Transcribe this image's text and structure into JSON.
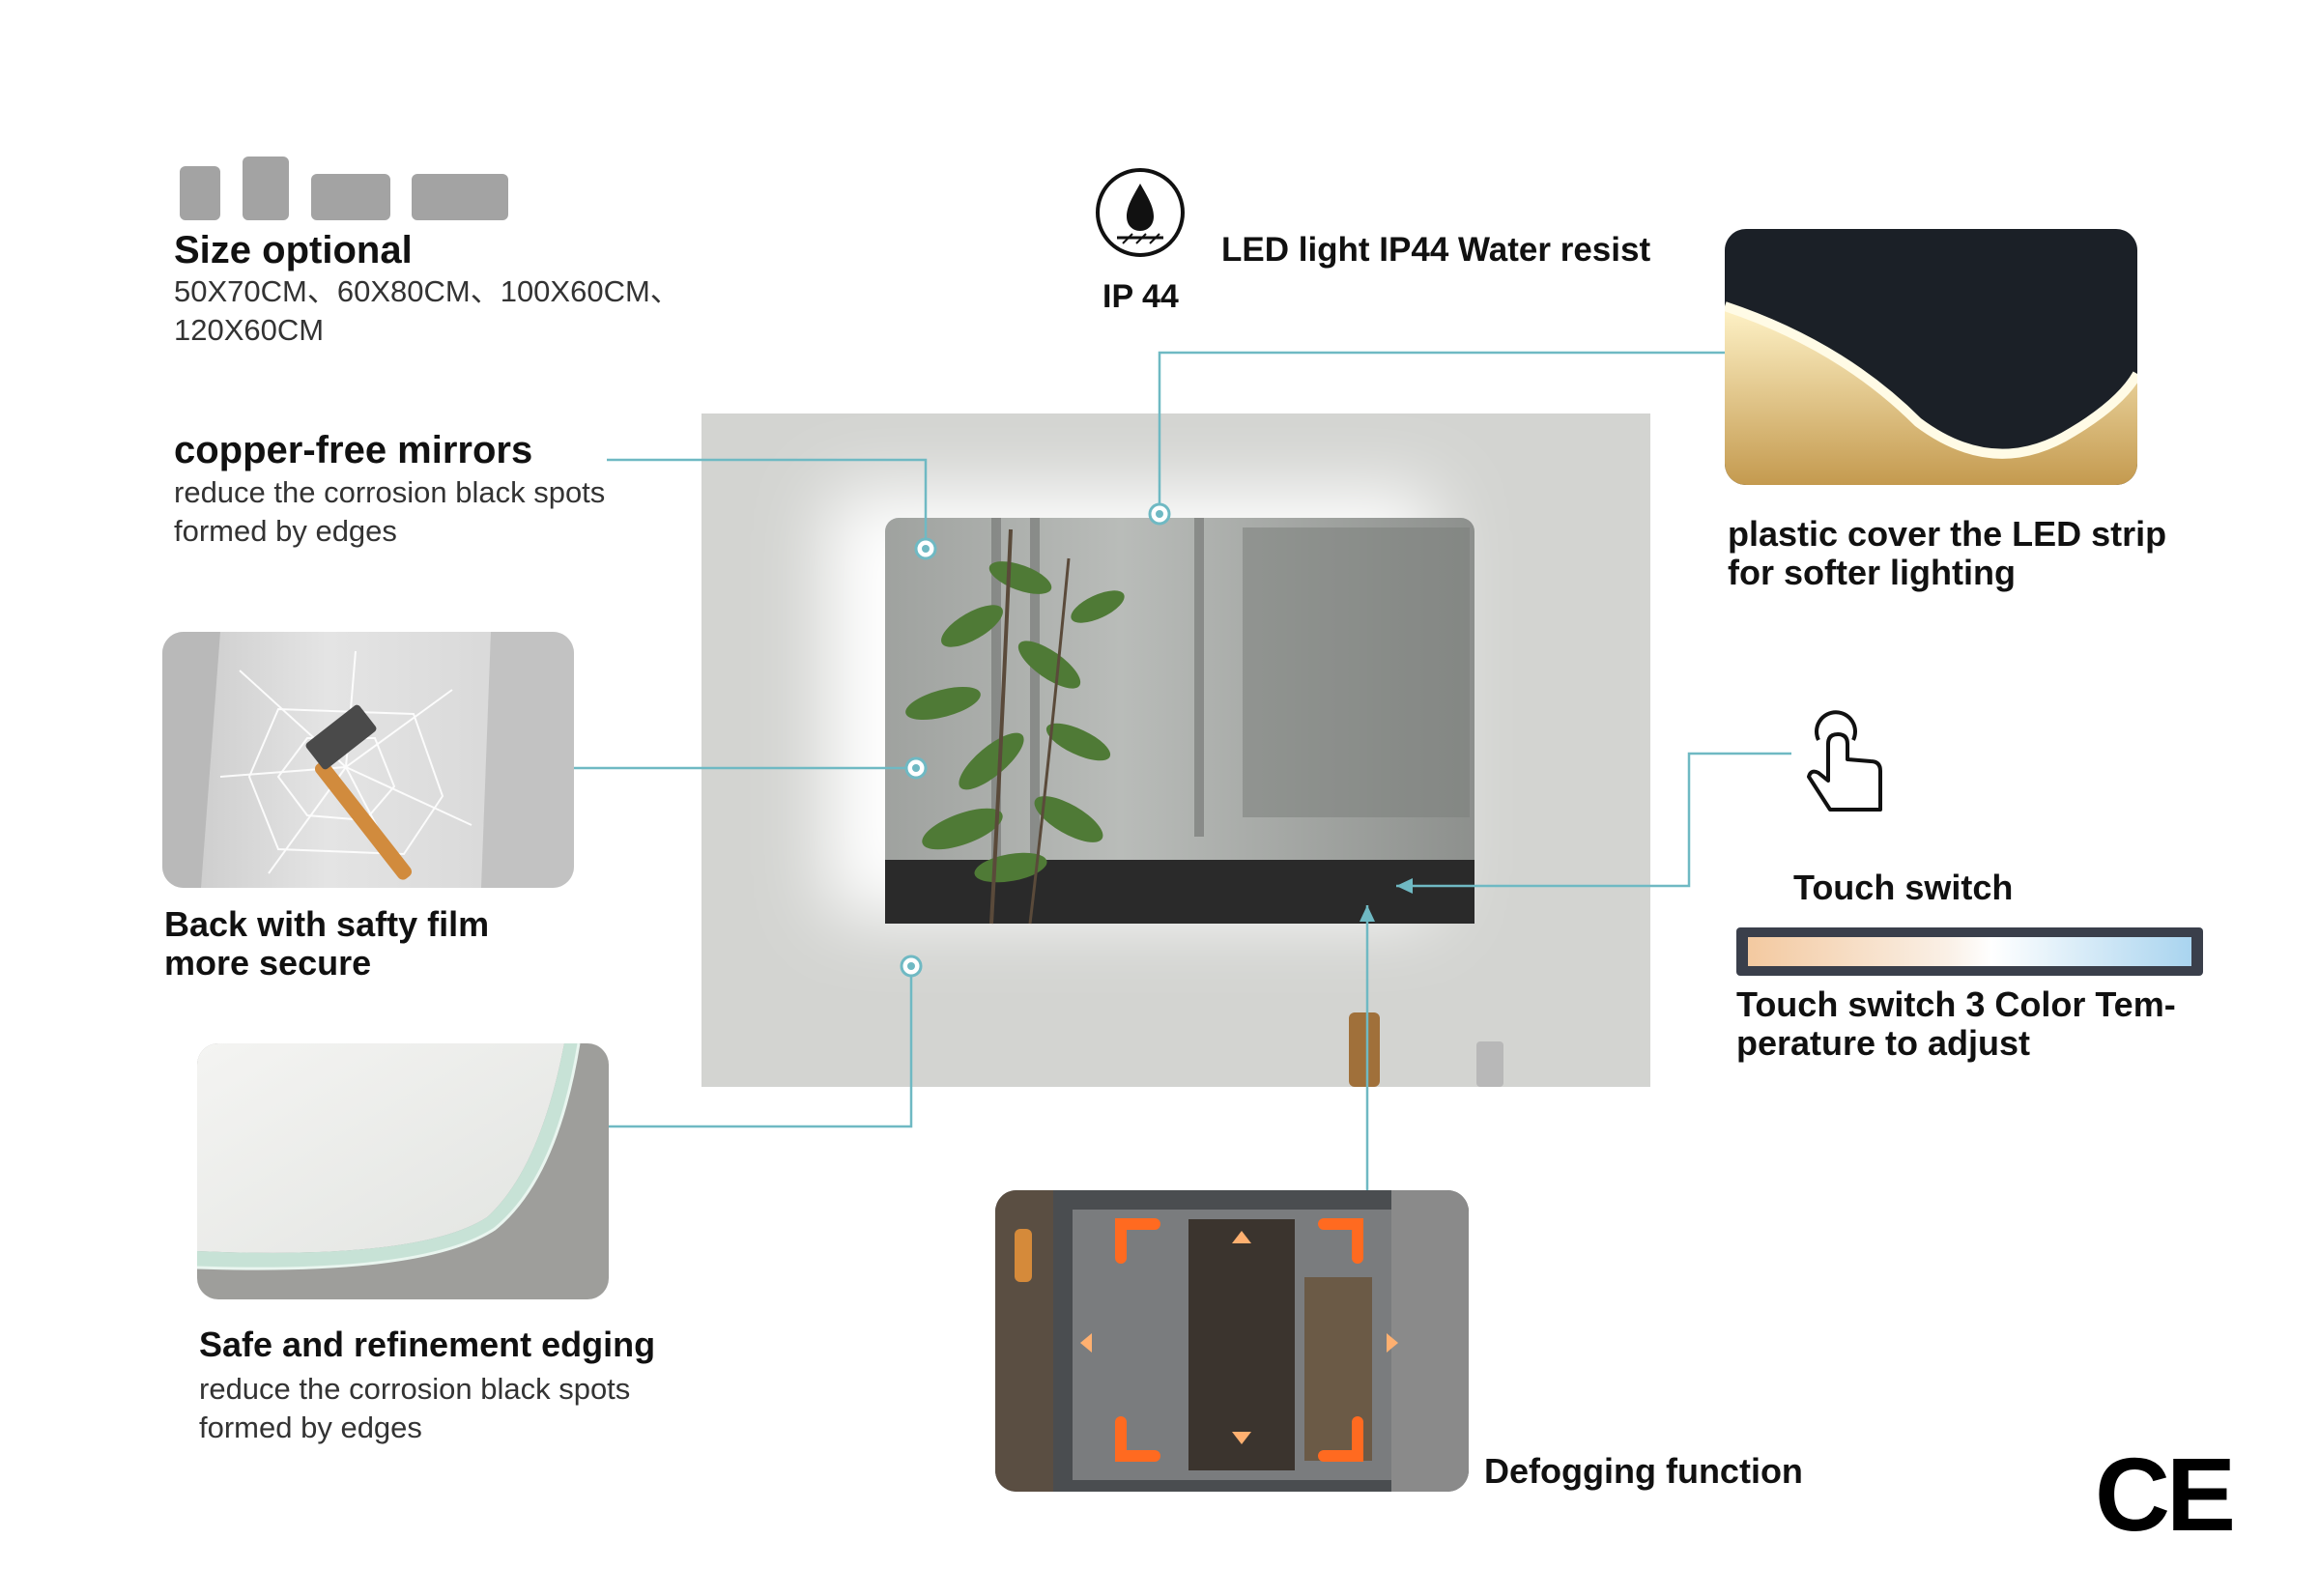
{
  "size": {
    "title": "Size optional",
    "line1": "50X70CM、60X80CM、100X60CM、",
    "line2": "120X60CM"
  },
  "copper": {
    "title": "copper-free mirrors",
    "line1": "reduce the corrosion black spots",
    "line2": "formed by edges"
  },
  "safety_film": {
    "line1": "Back with safty film",
    "line2": "more secure"
  },
  "edging": {
    "title": "Safe and refinement edging",
    "line1": "reduce the corrosion black spots",
    "line2": "formed by edges"
  },
  "ip": {
    "badge": "IP 44",
    "title": "LED light IP44 Water resist"
  },
  "plastic_cover": {
    "line1": "plastic cover the LED strip",
    "line2": "for softer lighting"
  },
  "touch": {
    "title": "Touch switch",
    "line1": "Touch switch 3 Color Tem-",
    "line2": "perature to adjust"
  },
  "defog": {
    "title": "Defogging function"
  },
  "cert": {
    "mark": "CE"
  },
  "colors": {
    "callout_line": "#6fb9c3",
    "temp_warm": "#f3c9a0",
    "temp_cool": "#a9d4ef"
  }
}
